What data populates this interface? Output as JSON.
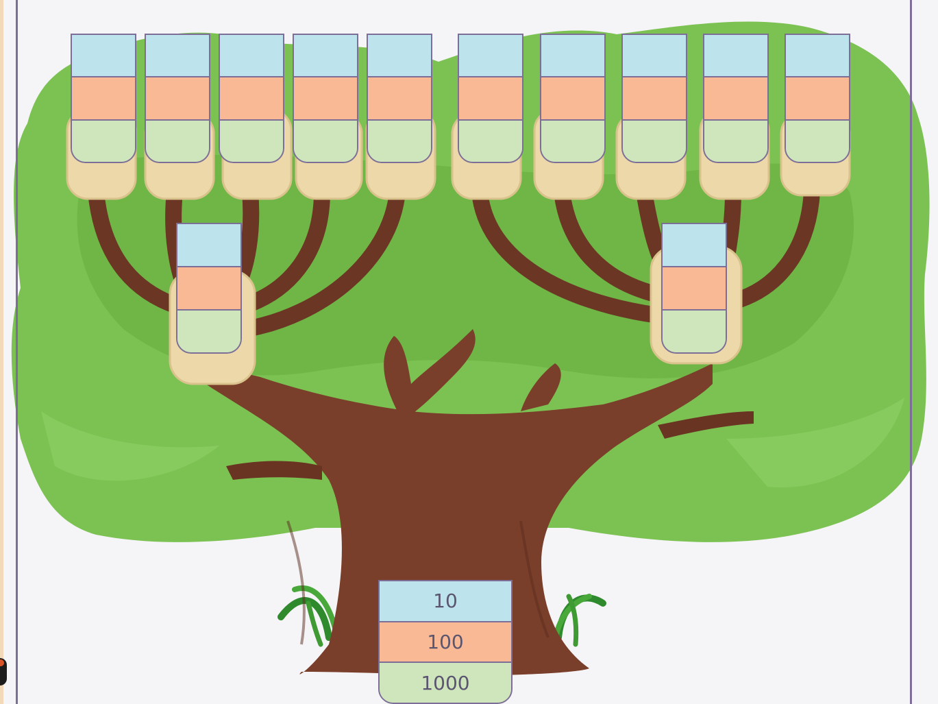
{
  "colors": {
    "row_tens": "#bde3ec",
    "row_hundreds": "#f9b995",
    "row_thousands": "#cfe5bb",
    "card_border": "#7d6e98",
    "foliage": "#7cc253",
    "trunk": "#7a3f2a"
  },
  "root_card": {
    "tens": "10",
    "hundreds": "100",
    "thousands": "1000"
  },
  "middle_cards": [
    {
      "tens": "",
      "hundreds": "",
      "thousands": ""
    },
    {
      "tens": "",
      "hundreds": "",
      "thousands": ""
    }
  ],
  "top_cards": [
    {
      "tens": "",
      "hundreds": "",
      "thousands": ""
    },
    {
      "tens": "",
      "hundreds": "",
      "thousands": ""
    },
    {
      "tens": "",
      "hundreds": "",
      "thousands": ""
    },
    {
      "tens": "",
      "hundreds": "",
      "thousands": ""
    },
    {
      "tens": "",
      "hundreds": "",
      "thousands": ""
    },
    {
      "tens": "",
      "hundreds": "",
      "thousands": ""
    },
    {
      "tens": "",
      "hundreds": "",
      "thousands": ""
    },
    {
      "tens": "",
      "hundreds": "",
      "thousands": ""
    },
    {
      "tens": "",
      "hundreds": "",
      "thousands": ""
    },
    {
      "tens": "",
      "hundreds": "",
      "thousands": ""
    }
  ]
}
